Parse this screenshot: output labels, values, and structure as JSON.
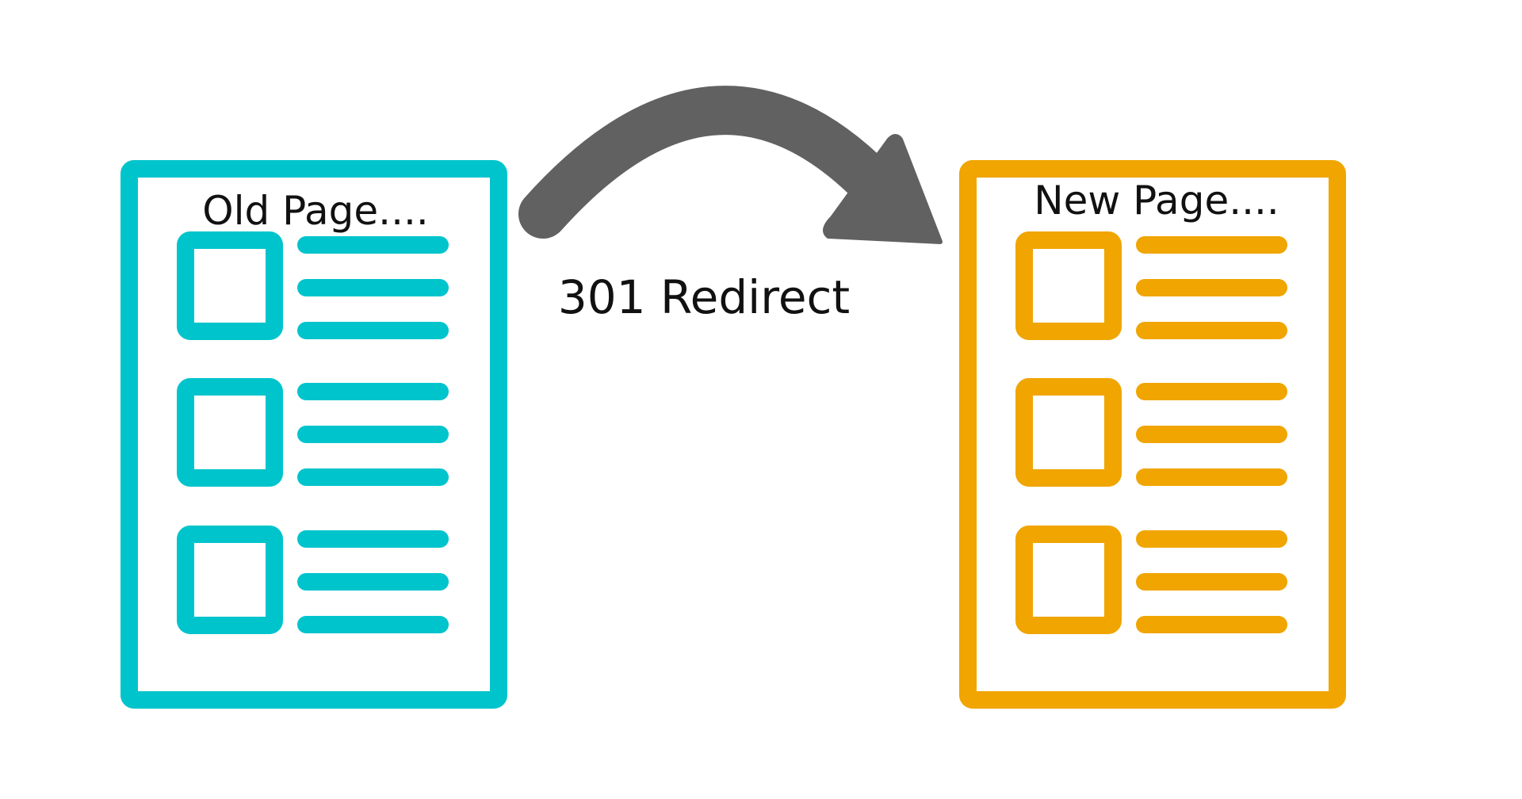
{
  "old_page": {
    "title": "Old Page....",
    "color": "#00C4CC",
    "rows": 3
  },
  "new_page": {
    "title": "New Page....",
    "color": "#F0A500"
  },
  "arrow": {
    "label": "301 Redirect",
    "color": "#616161",
    "icon": "curved-arrow-icon"
  }
}
